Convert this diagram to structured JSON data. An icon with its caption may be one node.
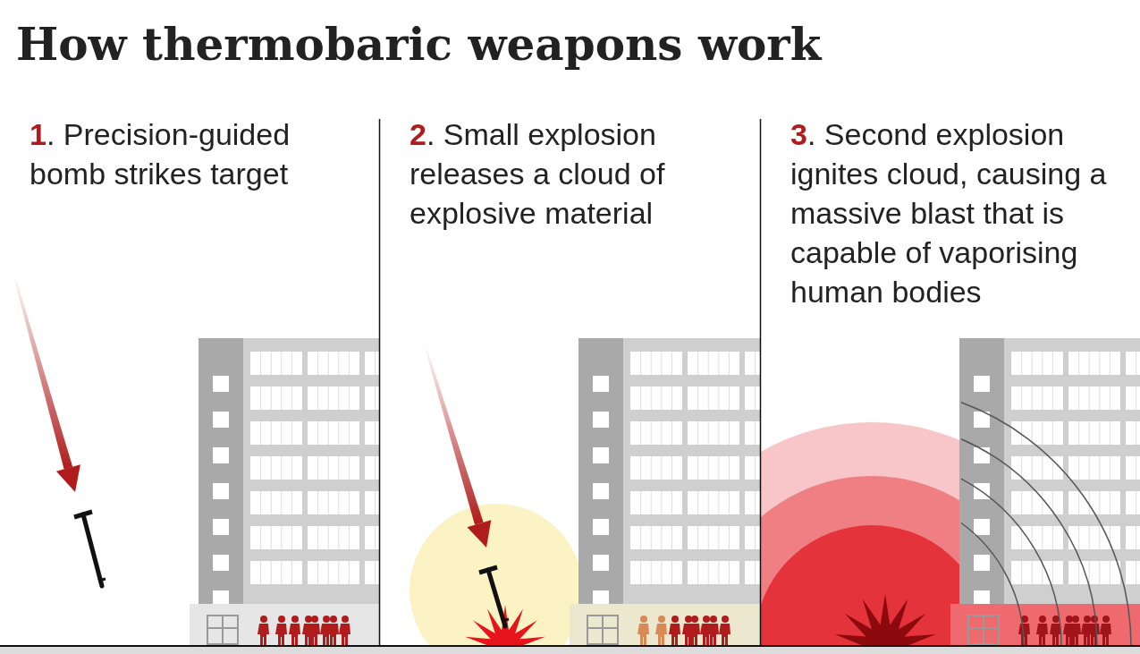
{
  "diagram": {
    "title": "How thermobaric weapons work",
    "labels": [
      "**1**. Precision-guided bomb strikes target",
      "**2**. Small explosion releases a cloud of explosive material",
      "**3**. Second explosion ignites cloud, causing a massive blast that is capable of vaporising human bodies"
    ]
  }
}
